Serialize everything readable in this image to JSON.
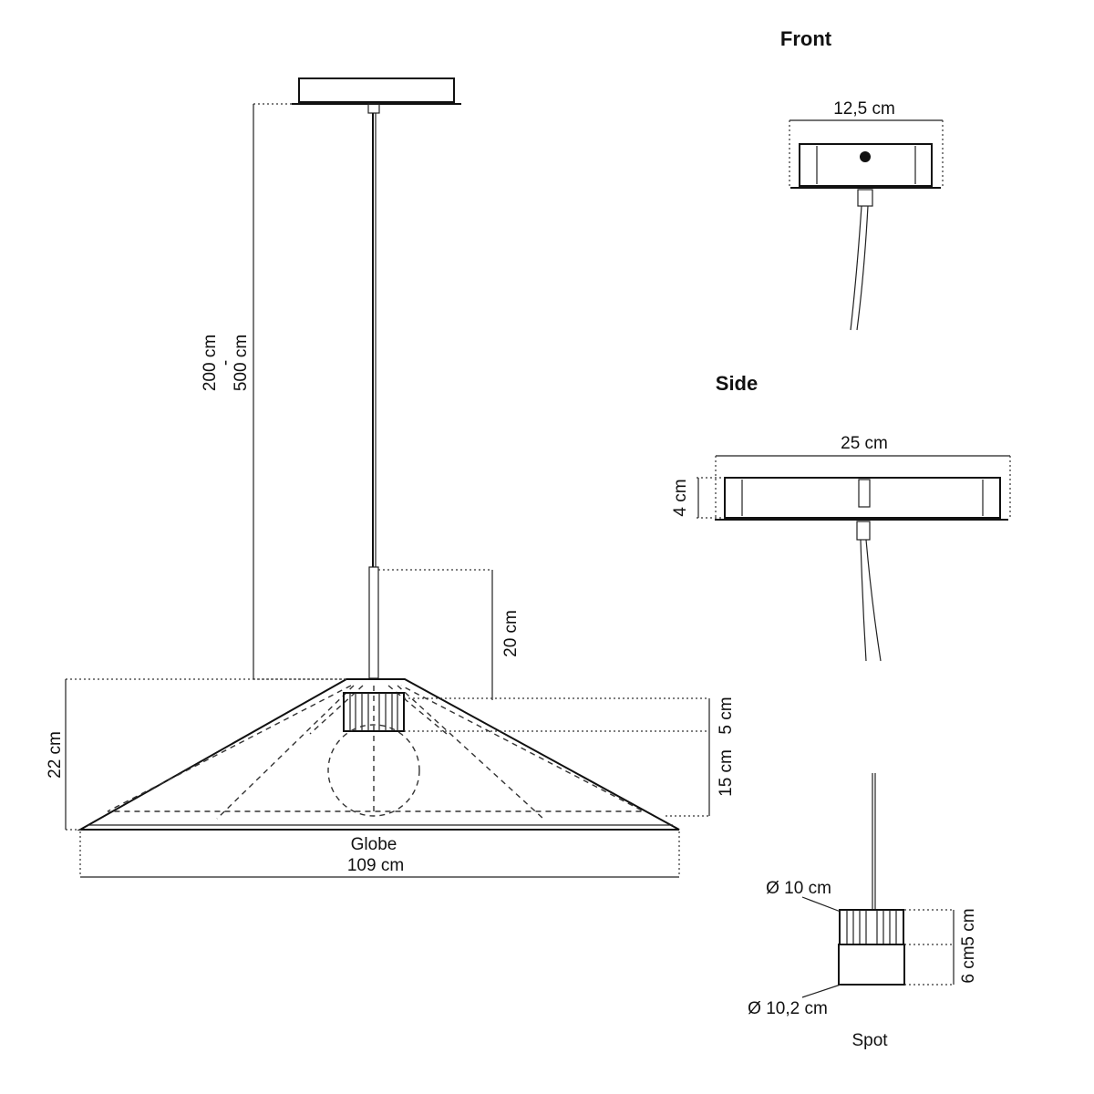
{
  "views": {
    "front_title": "Front",
    "side_title": "Side"
  },
  "labels": {
    "drop_min": "200 cm",
    "drop_separator": "-",
    "drop_max": "500 cm",
    "stem": "20 cm",
    "shade_height": "22 cm",
    "socket_height": "5 cm",
    "bulb_height": "15 cm",
    "model_name": "Globe",
    "shade_width": "109 cm",
    "front_width": "12,5 cm",
    "side_width": "25 cm",
    "side_height": "4 cm",
    "spot_top_diameter": "Ø 10 cm",
    "spot_bottom_diameter": "Ø 10,2 cm",
    "spot_upper_height": "5 cm",
    "spot_lower_height": "6 cm",
    "spot_name": "Spot"
  }
}
